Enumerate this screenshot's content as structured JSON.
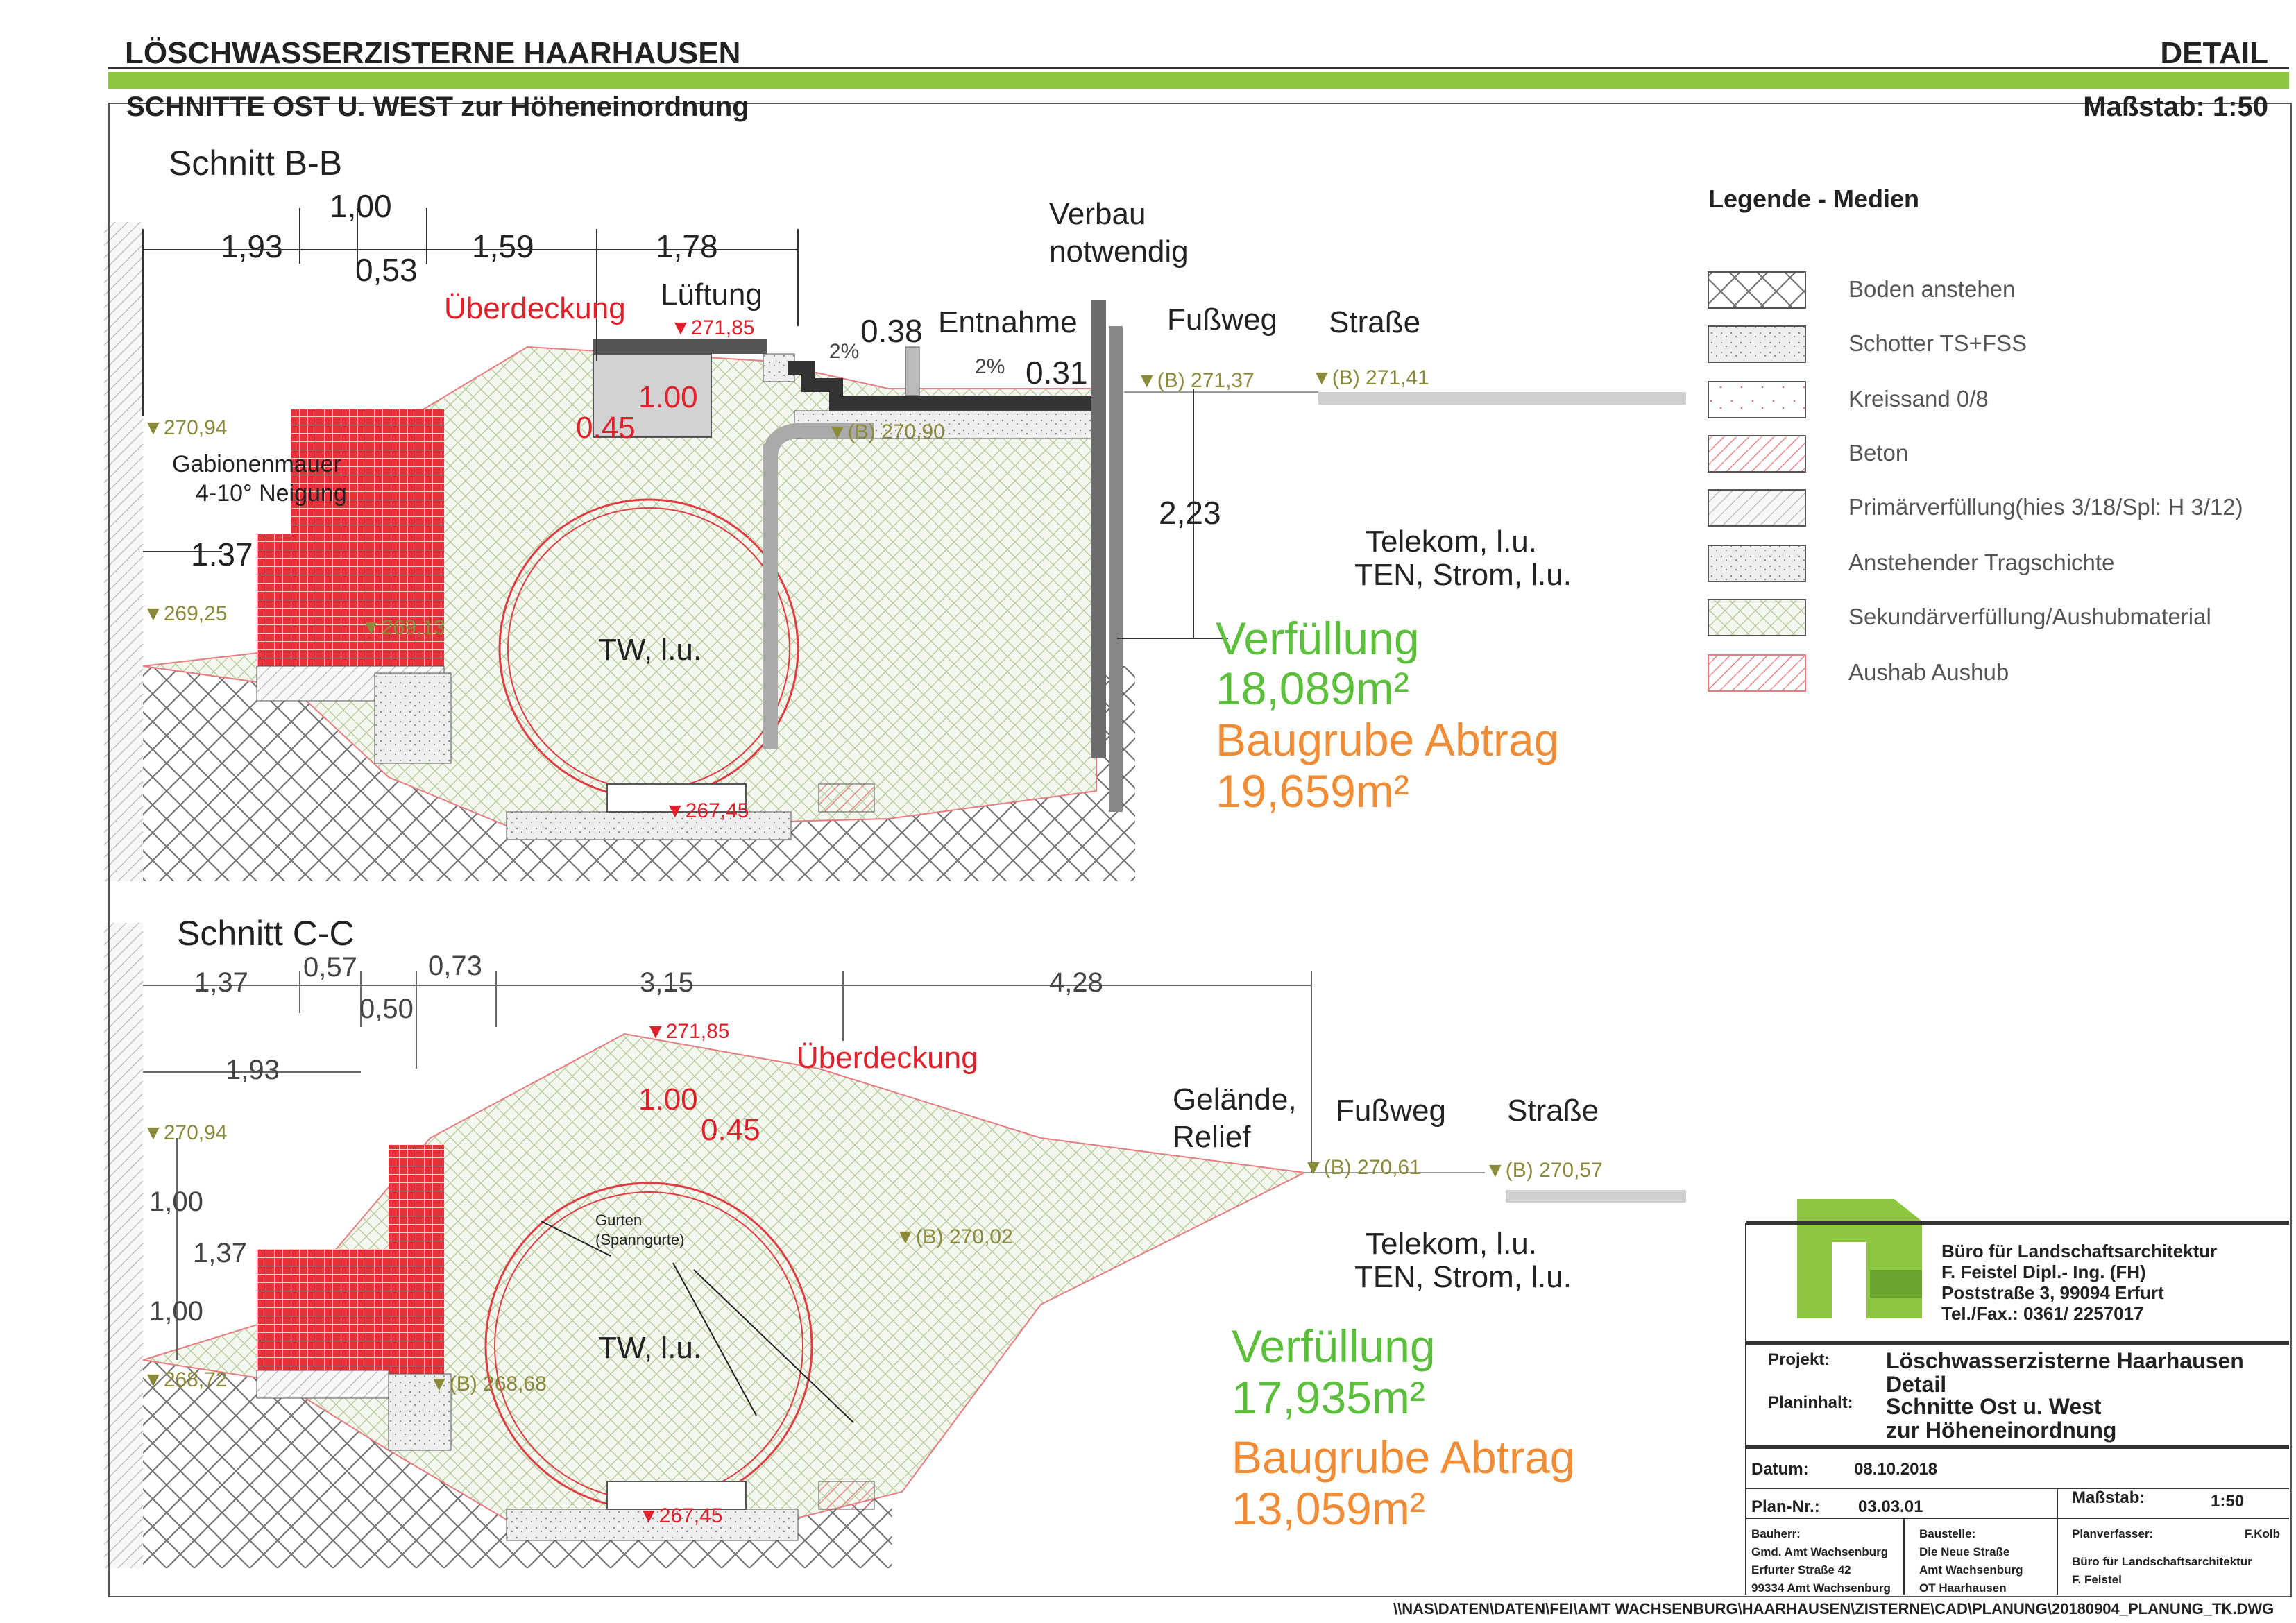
{
  "header": {
    "title": "LÖSCHWASSERZISTERNE HAARHAUSEN",
    "badge": "DETAIL",
    "subtitle": "SCHNITTE OST U. WEST zur Höheneinordnung",
    "scale": "Maßstab: 1:50"
  },
  "section_bb": {
    "title": "Schnitt  B-B",
    "dims": [
      "1,93",
      "1,00",
      "0,53",
      "1,59",
      "1,78",
      "0.38",
      "0.31",
      "2,23",
      "1.37"
    ],
    "pct": [
      "2%",
      "2%"
    ],
    "labels": {
      "verbau": "Verbau",
      "notwendig": "notwendig",
      "lueftung": "Lüftung",
      "entnahme": "Entnahme",
      "fussweg": "Fußweg",
      "strasse": "Straße",
      "ueberdeckung": "Überdeckung",
      "gabionen1": "Gabionenmauer",
      "gabionen2": "4-10° Neigung",
      "tw": "TW, l.u.",
      "telekom": "Telekom, l.u.",
      "ten": "TEN, Strom, l.u."
    },
    "red_dims": [
      "1.00",
      "0.45"
    ],
    "levels": [
      "271,85",
      "(B) 271,37",
      "(B) 271,41",
      "(B) 270,90",
      "270,94",
      "269,25",
      "269,13",
      "267,45"
    ],
    "verfuellung_label": "Verfüllung",
    "verfuellung_value": "18,089m²",
    "abtrag_label": "Baugrube Abtrag",
    "abtrag_value": "19,659m²"
  },
  "section_cc": {
    "title": "Schnitt  C-C",
    "dims": [
      "1,37",
      "0,57",
      "0,50",
      "0,73",
      "3,15",
      "4,28",
      "1,93",
      "1,00",
      "1,37",
      "1,00"
    ],
    "labels": {
      "ueberdeckung": "Überdeckung",
      "gelaende1": "Gelände,",
      "gelaende2": "Relief",
      "fussweg": "Fußweg",
      "strasse": "Straße",
      "gurten1": "Gurten",
      "gurten2": "(Spanngurte)",
      "tw": "TW, l.u.",
      "telekom": "Telekom, l.u.",
      "ten": "TEN, Strom, l.u."
    },
    "red_dims": [
      "1.00",
      "0.45"
    ],
    "levels": [
      "271,85",
      "270,94",
      "(B) 270,61",
      "(B) 270,57",
      "(B) 270,02",
      "268,72",
      "(B) 268,68",
      "267,45"
    ],
    "verfuellung_label": "Verfüllung",
    "verfuellung_value": "17,935m²",
    "abtrag_label": "Baugrube Abtrag",
    "abtrag_value": "13,059m²"
  },
  "legend": {
    "title": "Legende - Medien",
    "items": [
      "Boden anstehen",
      "Schotter TS+FSS",
      "Kreissand 0/8",
      "Beton",
      "Primärverfüllung(hies 3/18/Spl: H 3/12)",
      "Anstehender Tragschichte",
      "Sekundärverfüllung/Aushubmaterial",
      "Aushab Aushub"
    ]
  },
  "office": {
    "name": "Büro für Landschaftsarchitektur",
    "person": "F. Feistel Dipl.- Ing. (FH)",
    "street": "Poststraße 3, 99094 Erfurt",
    "phone": "Tel./Fax.: 0361/ 2257017"
  },
  "titleblock": {
    "projekt_label": "Projekt:",
    "projekt_value1": "Löschwasserzisterne Haarhausen",
    "projekt_value2": "Detail",
    "planinhalt_label": "Planinhalt:",
    "planinhalt_value1": "Schnitte Ost u. West",
    "planinhalt_value2": "zur Höheneinordnung",
    "datum_label": "Datum:",
    "datum_value": "08.10.2018",
    "massstab_label": "Maßstab:",
    "massstab_value": "1:50",
    "plannr_label": "Plan-Nr.:",
    "plannr_value": "03.03.01",
    "bauherr_label": "Bauherr:",
    "bauherr_lines": [
      "Gmd. Amt Wachsenburg",
      "Erfurter Straße 42",
      "99334 Amt Wachsenburg"
    ],
    "baustelle_label": "Baustelle:",
    "baustelle_lines": [
      "Die Neue Straße",
      "Amt Wachsenburg",
      "OT Haarhausen"
    ],
    "planverfasser_label": "Planverfasser:",
    "planverfasser_value": "F.Kolb",
    "planverfasser_lines": [
      "Büro für Landschaftsarchitektur",
      "F. Feistel"
    ]
  },
  "filepath": "\\\\NAS\\DATEN\\DATEN\\FEI\\AMT WACHSENBURG\\HAARHAUSEN\\ZISTERNE\\CAD\\PLANUNG\\20180904_PLANUNG_TK.DWG",
  "colors": {
    "accent_green": "#8dc63f",
    "verfuellung_green": "#5bbf3c",
    "abtrag_orange": "#f08c35",
    "red": "#e0202a",
    "olive": "#8a8a3a"
  }
}
